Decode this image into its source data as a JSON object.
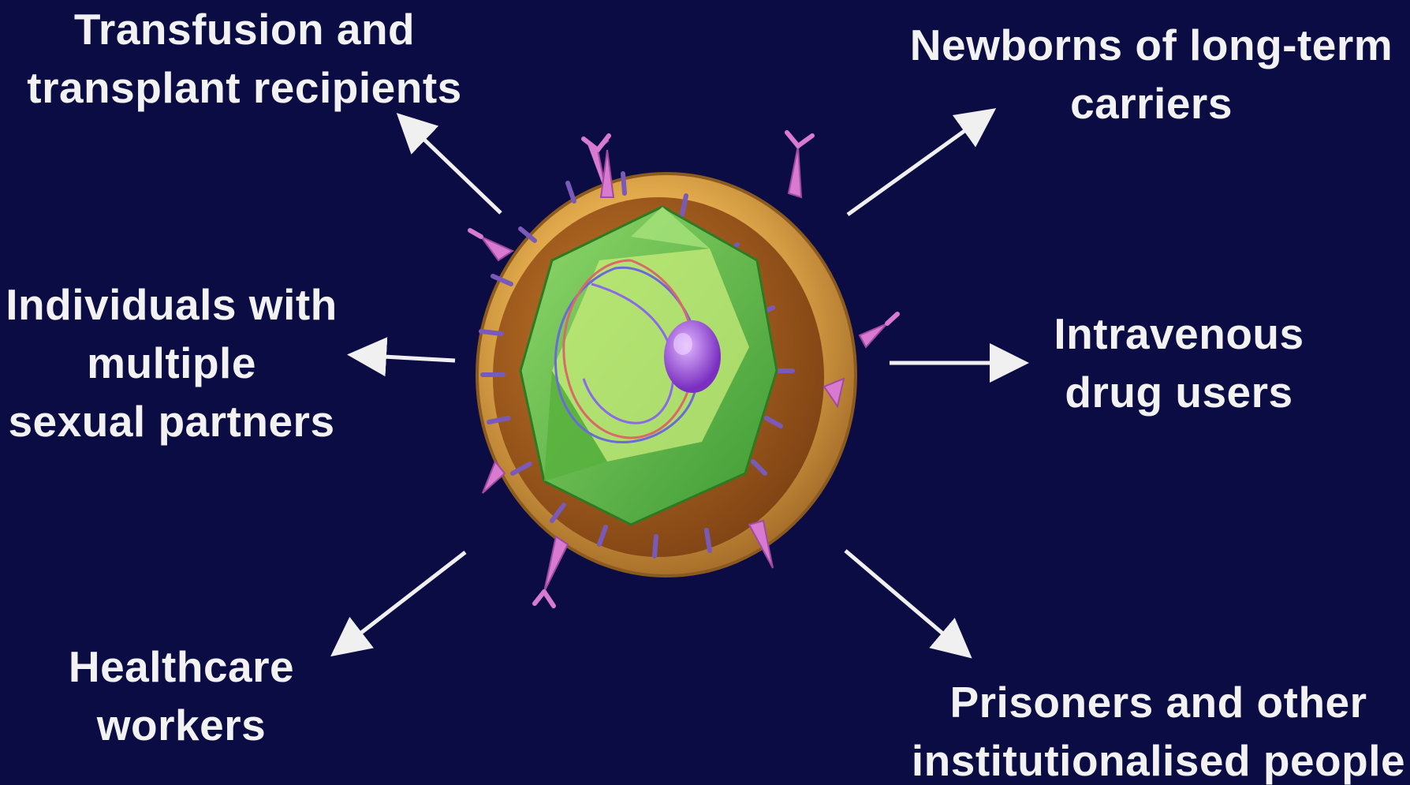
{
  "labels": {
    "transfusion": [
      "Transfusion and",
      "transplant recipients"
    ],
    "newborns": [
      "Newborns of long-term",
      "carriers"
    ],
    "individuals": [
      "Individuals with",
      "multiple",
      "sexual partners"
    ],
    "iv_drug": [
      "Intravenous",
      "drug users"
    ],
    "healthcare": [
      "Healthcare",
      "workers"
    ],
    "prisoners": [
      "Prisoners and other",
      "institutionalised people"
    ]
  },
  "colors": {
    "background": "#0c0c45",
    "text": "#f2f2f2",
    "arrow": "#f0f0f0",
    "envelope": "#e0a84a",
    "capsid": "#6fbf4a",
    "spike": "#d77ad0",
    "core": "#9b5ad8"
  },
  "icons": {
    "center": "virus-particle-icon"
  }
}
